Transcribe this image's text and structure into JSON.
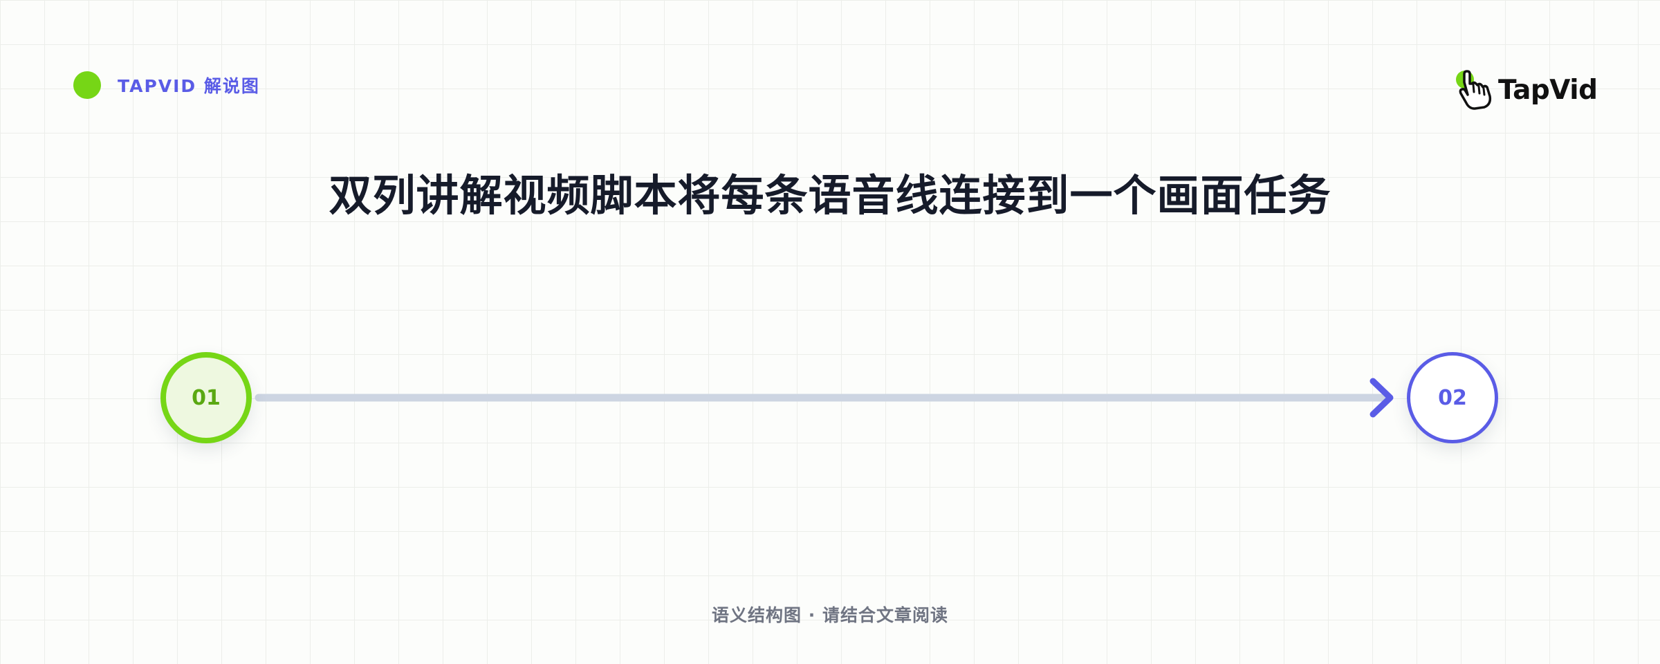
{
  "header": {
    "tag_label": "TAPVID 解说图",
    "logo_text": "TapVid"
  },
  "title": "双列讲解视频脚本将每条语音线连接到一个画面任务",
  "diagram": {
    "nodes": [
      {
        "label": "01",
        "color": "#76d616"
      },
      {
        "label": "02",
        "color": "#5a5ce6"
      }
    ],
    "connector": {
      "color": "#cdd5e2",
      "arrow_color": "#5a5ce6"
    }
  },
  "footer": "语义结构图 · 请结合文章阅读",
  "colors": {
    "accent_green": "#76d616",
    "accent_purple": "#5a5ce6",
    "title": "#161b2a",
    "muted": "#6f7482"
  }
}
